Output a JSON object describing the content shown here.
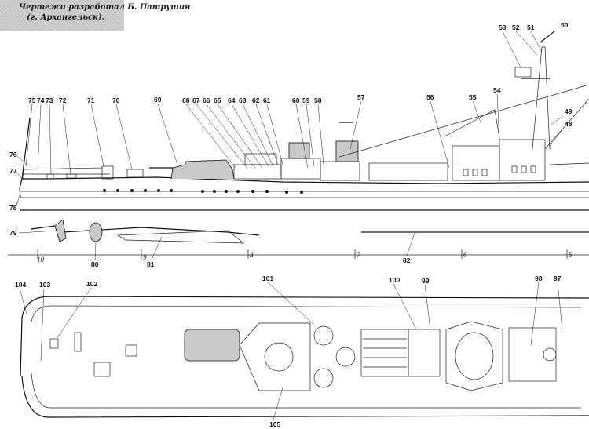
{
  "credit": {
    "line1": "Чертежи разработал Б. Патрушин",
    "line2": "(г. Архангельск)."
  },
  "side_view_labels": [
    "53",
    "52",
    "51",
    "50",
    "49",
    "48",
    "57",
    "56",
    "55",
    "54",
    "75",
    "74",
    "73",
    "72",
    "71",
    "70",
    "69",
    "68",
    "67",
    "66",
    "65",
    "64",
    "63",
    "62",
    "61",
    "60",
    "59",
    "58",
    "76",
    "77",
    "78",
    "79"
  ],
  "underwater_labels": [
    "80",
    "81",
    "82"
  ],
  "station_marks": [
    "10",
    "9",
    "8",
    "7",
    "6",
    "5"
  ],
  "deck_plan_labels": [
    "104",
    "103",
    "102",
    "101",
    "100",
    "99",
    "98",
    "97",
    "105"
  ]
}
